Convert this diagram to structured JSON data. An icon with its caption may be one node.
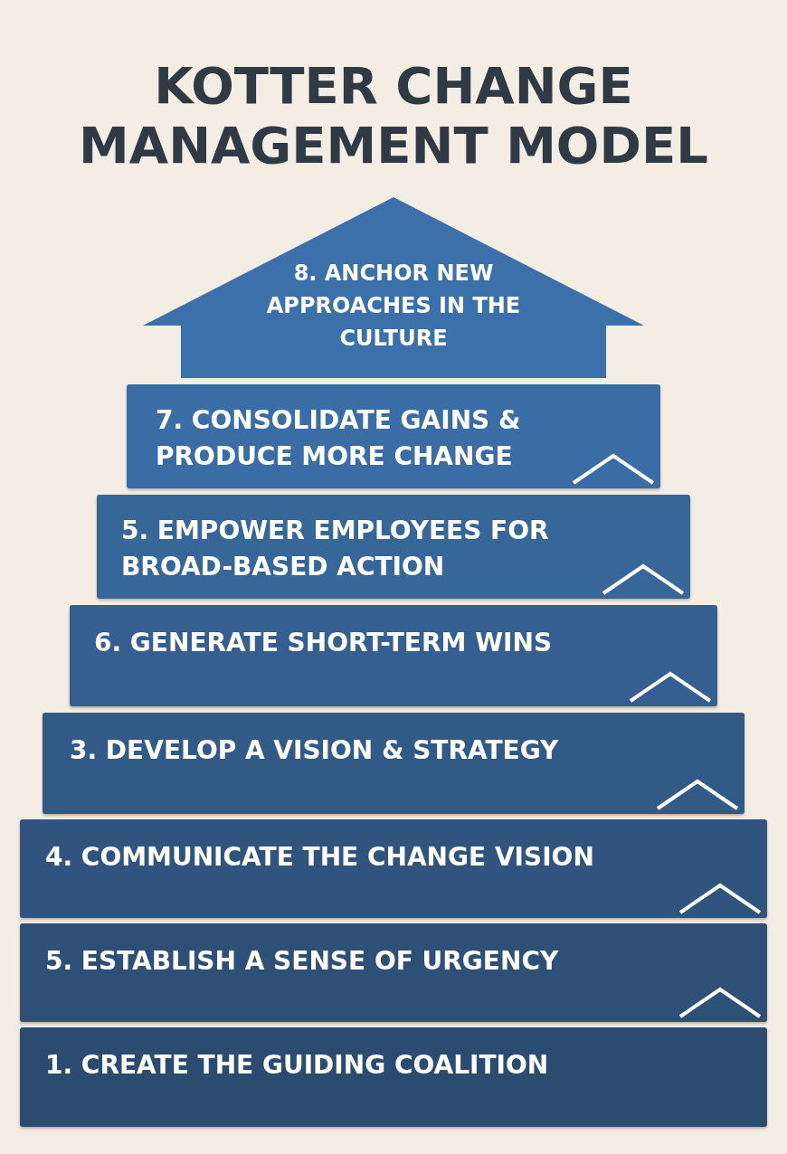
{
  "diagram": {
    "title": "KOTTER CHANGE MANAGEMENT MODEL",
    "nodes": [
      {
        "text": [
          "8. ANCHOR NEW APPROACHES IN THE CULTURE"
        ]
      },
      {
        "text": [
          "7. CONSOLIDATE GAINS & PRODUCE MORE CHANGE"
        ]
      },
      {
        "text": [
          "5. EMPOWER EMPLOYEES FOR BROAD-BASED ACTION"
        ]
      },
      {
        "text": [
          "6. GENERATE SHORT-TERM WINS"
        ]
      },
      {
        "text": [
          "3. DEVELOP A VISION & STRATEGY"
        ]
      },
      {
        "text": [
          "4. COMMUNICATE THE CHANGE VISION"
        ]
      },
      {
        "text": [
          "5. ESTABLISH A SENSE OF URGENCY"
        ]
      },
      {
        "text": [
          "1. CREATE THE GUIDING COALITION"
        ]
      }
    ],
    "edges": []
  }
}
